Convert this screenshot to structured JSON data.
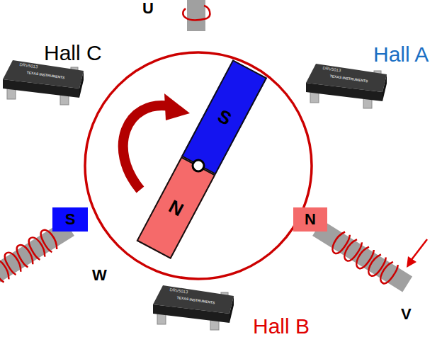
{
  "diagram": {
    "nodes": [
      {
        "text": [
          "S"
        ]
      },
      {
        "text": [
          "N"
        ]
      },
      {
        "text": [
          "S"
        ]
      },
      {
        "text": [
          "N"
        ]
      }
    ],
    "labels": [
      "U",
      "Hall C",
      "DRV5013",
      "TEXAS INSTRUMENTS",
      "Hall A",
      "DRV5013",
      "TEXAS INSTRUMENTS",
      "W",
      "V",
      "DRV5013",
      "TEXAS INSTRUMENTS",
      "Hall B"
    ]
  }
}
